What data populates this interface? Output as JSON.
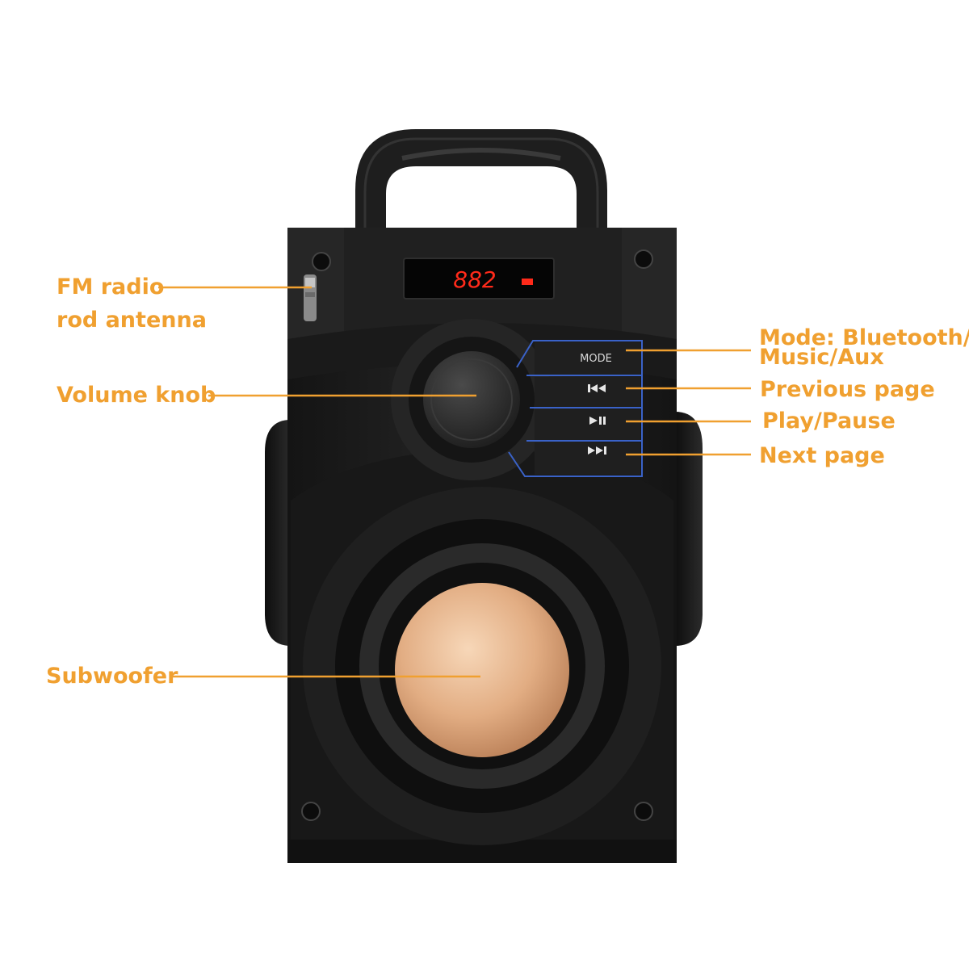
{
  "display": {
    "reading": "882"
  },
  "buttons": {
    "mode": "MODE",
    "prev_icon": "previous-track-icon",
    "play_icon": "play-pause-icon",
    "next_icon": "next-track-icon"
  },
  "annotations": {
    "fm_line1": "FM radio",
    "fm_line2": "rod antenna",
    "volume": "Volume knob",
    "subwoofer": "Subwoofer",
    "mode_line1": "Mode: Bluetooth/",
    "mode_line2": "Music/Aux",
    "previous": "Previous page",
    "play": "Play/Pause",
    "next": "Next page"
  },
  "colors": {
    "annotation": "#f0a030",
    "body": "#1c1c1c",
    "led": "#ff2a1a",
    "button_outline": "#3a62c8",
    "cone": "#e2ad83"
  }
}
